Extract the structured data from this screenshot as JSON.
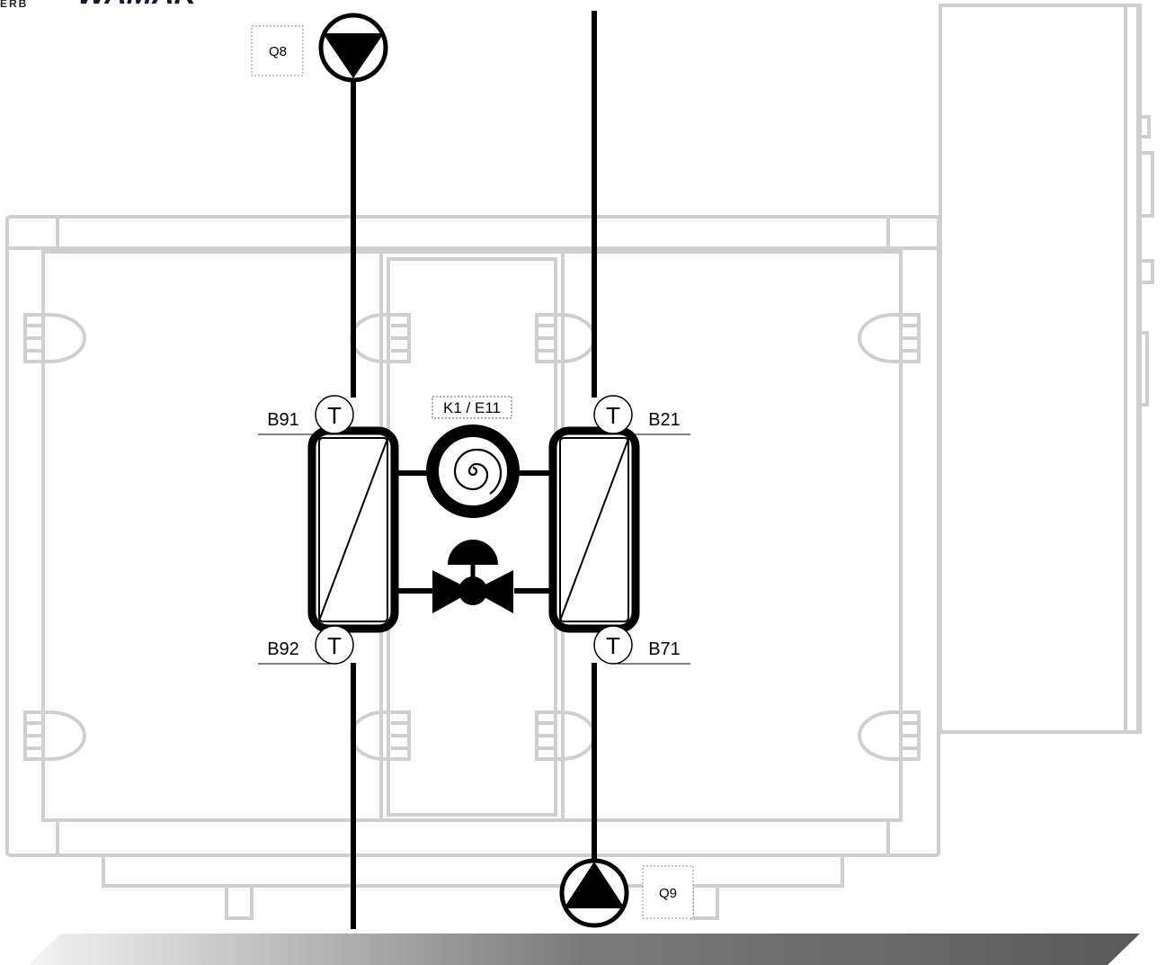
{
  "brand": {
    "logo_text": "WAMAK",
    "logo_prefix": "ERB"
  },
  "pumps": [
    {
      "id": "Q8",
      "label": "Q8"
    },
    {
      "id": "Q9",
      "label": "Q9"
    }
  ],
  "sensors": [
    {
      "id": "B91",
      "label": "B91",
      "symbol": "T"
    },
    {
      "id": "B92",
      "label": "B92",
      "symbol": "T"
    },
    {
      "id": "B21",
      "label": "B21",
      "symbol": "T"
    },
    {
      "id": "B71",
      "label": "B71",
      "symbol": "T"
    }
  ],
  "compressor": {
    "label": "K1 / E11"
  },
  "colors": {
    "line": "#000000",
    "housing": "#d0d0d0",
    "floor_dark": "#6e6e6e",
    "floor_light": "#f2f2f2"
  }
}
